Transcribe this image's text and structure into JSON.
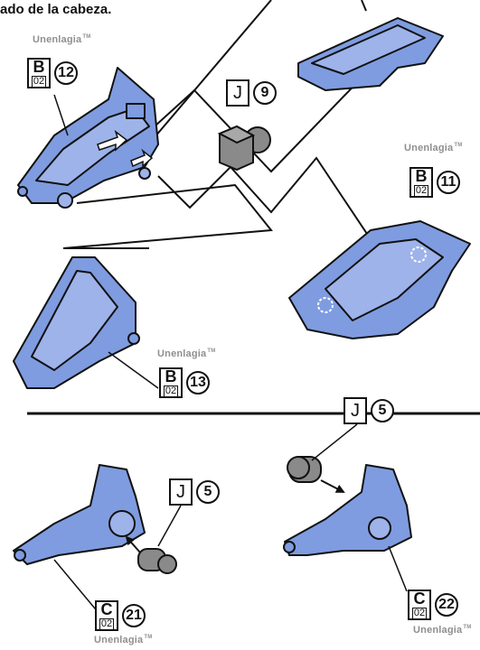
{
  "heading": "ado de la cabeza.",
  "brand": "Unenlagia",
  "tm": "TM",
  "parts": [
    {
      "letter": "B",
      "sub": "02",
      "num": "12"
    },
    {
      "letter": "J",
      "num": "9"
    },
    {
      "letter": "B",
      "sub": "02",
      "num": "11"
    },
    {
      "letter": "B",
      "sub": "02",
      "num": "13"
    },
    {
      "letter": "J",
      "num": "5"
    },
    {
      "letter": "J",
      "num": "5"
    },
    {
      "letter": "C",
      "sub": "02",
      "num": "21"
    },
    {
      "letter": "C",
      "sub": "02",
      "num": "22"
    }
  ],
  "colors": {
    "part_blue": "#7f9ce0",
    "part_blue_dark": "#5a78c4",
    "poly_gray": "#8a8a8a",
    "line": "#111111"
  }
}
